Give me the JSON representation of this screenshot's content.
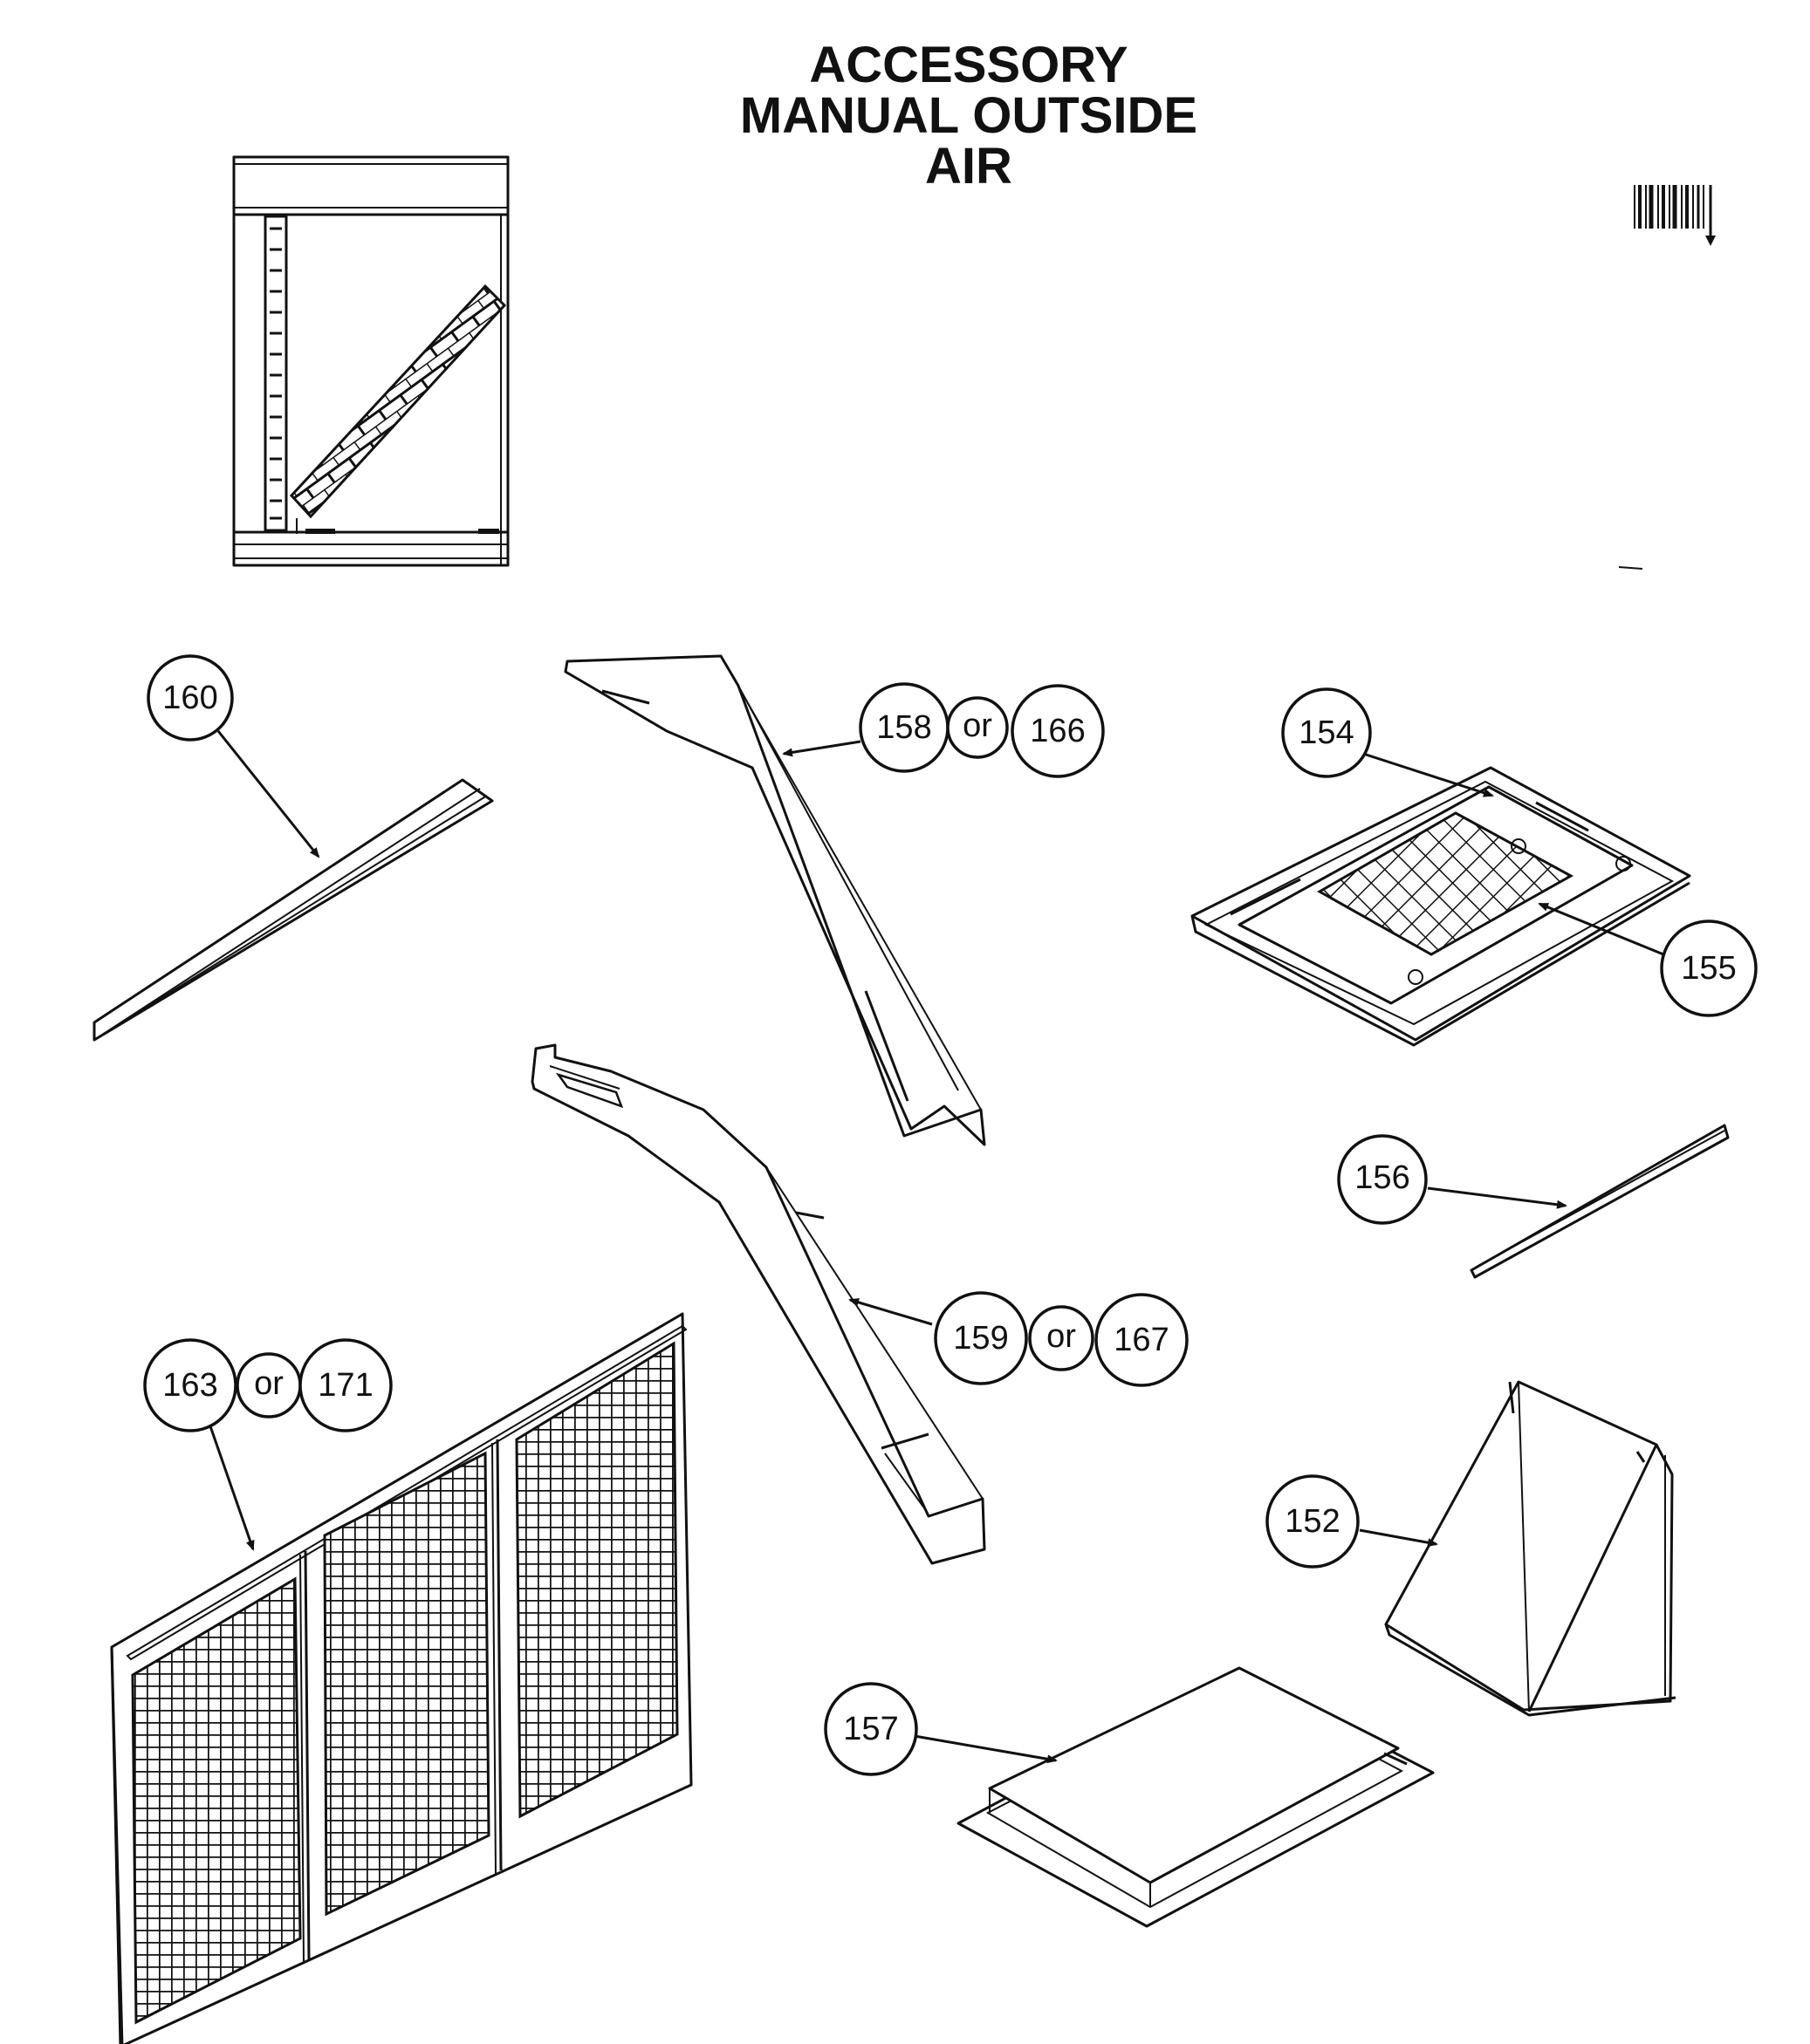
{
  "title_lines": [
    "ACCESSORY",
    "MANUAL OUTSIDE",
    "AIR"
  ],
  "callouts": {
    "c160": "160",
    "c158": "158",
    "c158_or": "or",
    "c166": "166",
    "c154": "154",
    "c155": "155",
    "c156": "156",
    "c159": "159",
    "c159_or": "or",
    "c167": "167",
    "c163": "163",
    "c163_or": "or",
    "c171": "171",
    "c152": "152",
    "c157": "157"
  }
}
